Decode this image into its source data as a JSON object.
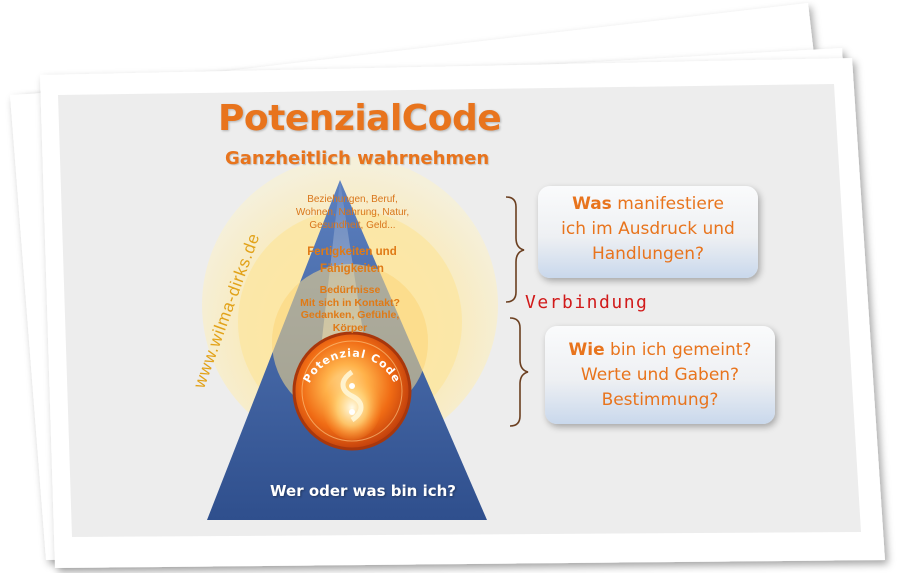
{
  "title": "PotenzialCode",
  "subtitle": "Ganzheitlich wahrnehmen",
  "website": "www.wilma-dirks.de",
  "rings": {
    "outer": [
      "Beziehungen, Beruf,",
      "Wohnen, Nahrung, Natur,",
      "Gesundheit, Geld..."
    ],
    "middle": [
      "Fertigkeiten und",
      "Fähigkeiten"
    ],
    "inner": [
      "Bedürfnisse",
      "Mit sich in Kontakt?",
      "Gedanken, Gefühle,",
      "Körper"
    ]
  },
  "core_label": "Potenzial Code",
  "pyramid_label": "Wer oder was bin ich?",
  "verbindung": "Verbindung",
  "box_top": {
    "bold": "Was",
    "line1_rest": " manifestiere",
    "line2": "ich im Ausdruck und",
    "line3": "Handlungen?"
  },
  "box_bottom": {
    "bold": "Wie",
    "line1_rest": " bin ich gemeint?",
    "line2": "Werte und Gaben?",
    "line3": "Bestimmung?"
  },
  "colors": {
    "accent": "#e8741d",
    "verbindung": "#d11a1a",
    "pyramid": "#3f63a5",
    "website": "#e2a219"
  }
}
